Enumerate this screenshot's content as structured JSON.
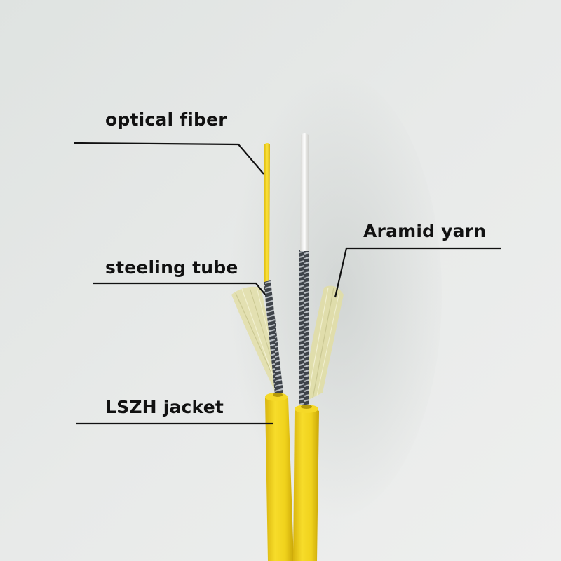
{
  "labels": {
    "optical_fiber": "optical fiber",
    "steeling_tube": "steeling tube",
    "aramid_yarn": "Aramid yarn",
    "lszh_jacket": "LSZH jacket"
  },
  "colors": {
    "background": "#e6e8e7",
    "jacket_yellow": "#f0d21c",
    "fiber_white": "#f4f4f2",
    "steel": "#5a5f66",
    "aramid": "#dcd9a0",
    "leader_line": "#111111"
  }
}
